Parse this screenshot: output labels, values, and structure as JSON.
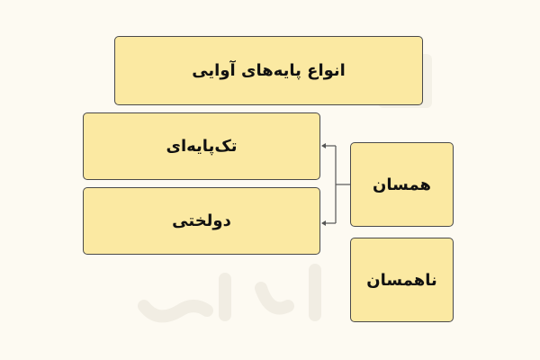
{
  "diagram": {
    "title": "انواع پایه‌های آوایی",
    "left_column": [
      "تک‌پایه‌ای",
      "دولختی"
    ],
    "right_column": [
      "همسان",
      "ناهمسان"
    ]
  },
  "colors": {
    "box_fill": "#fbe9a2",
    "box_border": "#4a4a4a",
    "background": "#fdfaf2",
    "connector": "#555555"
  }
}
